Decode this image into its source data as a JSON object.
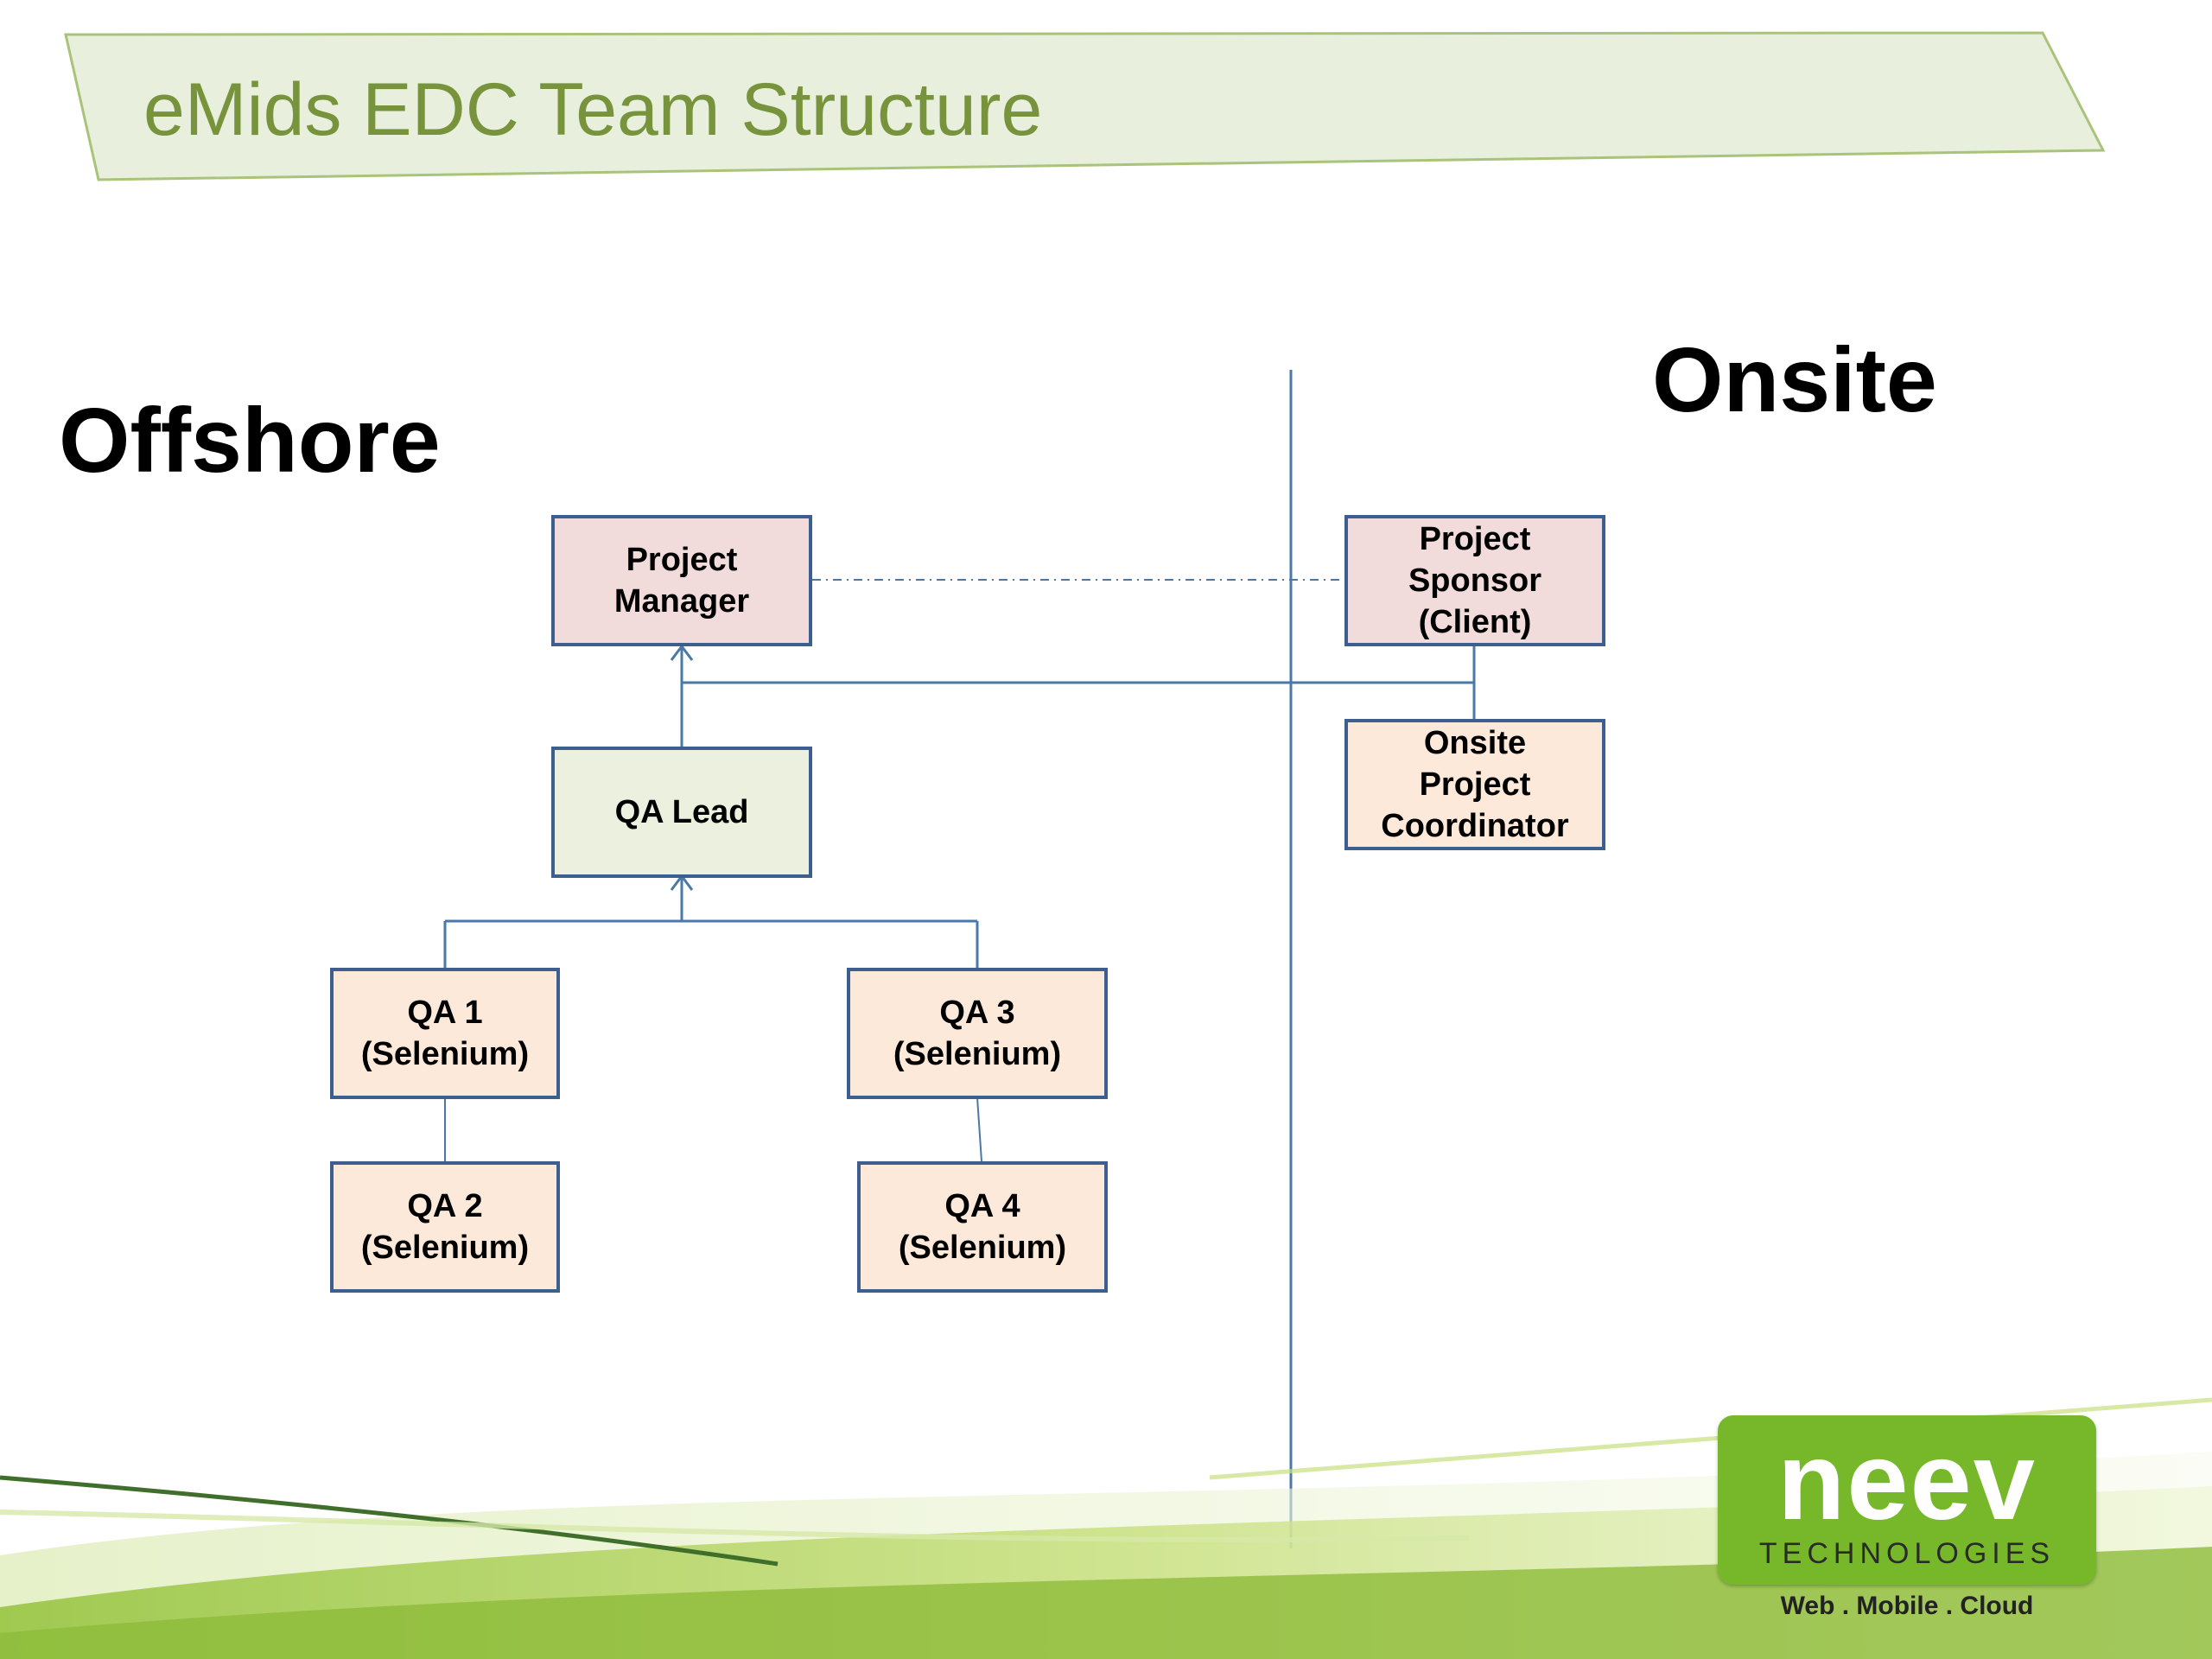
{
  "slide": {
    "title": "eMids EDC Team Structure",
    "offshore_label": "Offshore",
    "onsite_label": "Onsite"
  },
  "nodes": {
    "project_manager": "Project\nManager",
    "project_sponsor": "Project\nSponsor\n(Client)",
    "onsite_coordinator": "Onsite\nProject\nCoordinator",
    "qa_lead": "QA Lead",
    "qa1": "QA 1\n(Selenium)",
    "qa2": "QA 2\n(Selenium)",
    "qa3": "QA 3\n(Selenium)",
    "qa4": "QA 4\n(Selenium)"
  },
  "logo": {
    "wordmark": "neev",
    "subtitle": "TECHNOLOGIES",
    "tagline": "Web . Mobile . Cloud"
  },
  "colors": {
    "title_green": "#77943c",
    "banner_fill": "#e8efdc",
    "box_border": "#3d5f8f",
    "manager_fill": "#f2dcdb",
    "qa_fill": "#fde9d9",
    "lead_fill": "#ebf1de",
    "logo_green": "#76b82a"
  }
}
